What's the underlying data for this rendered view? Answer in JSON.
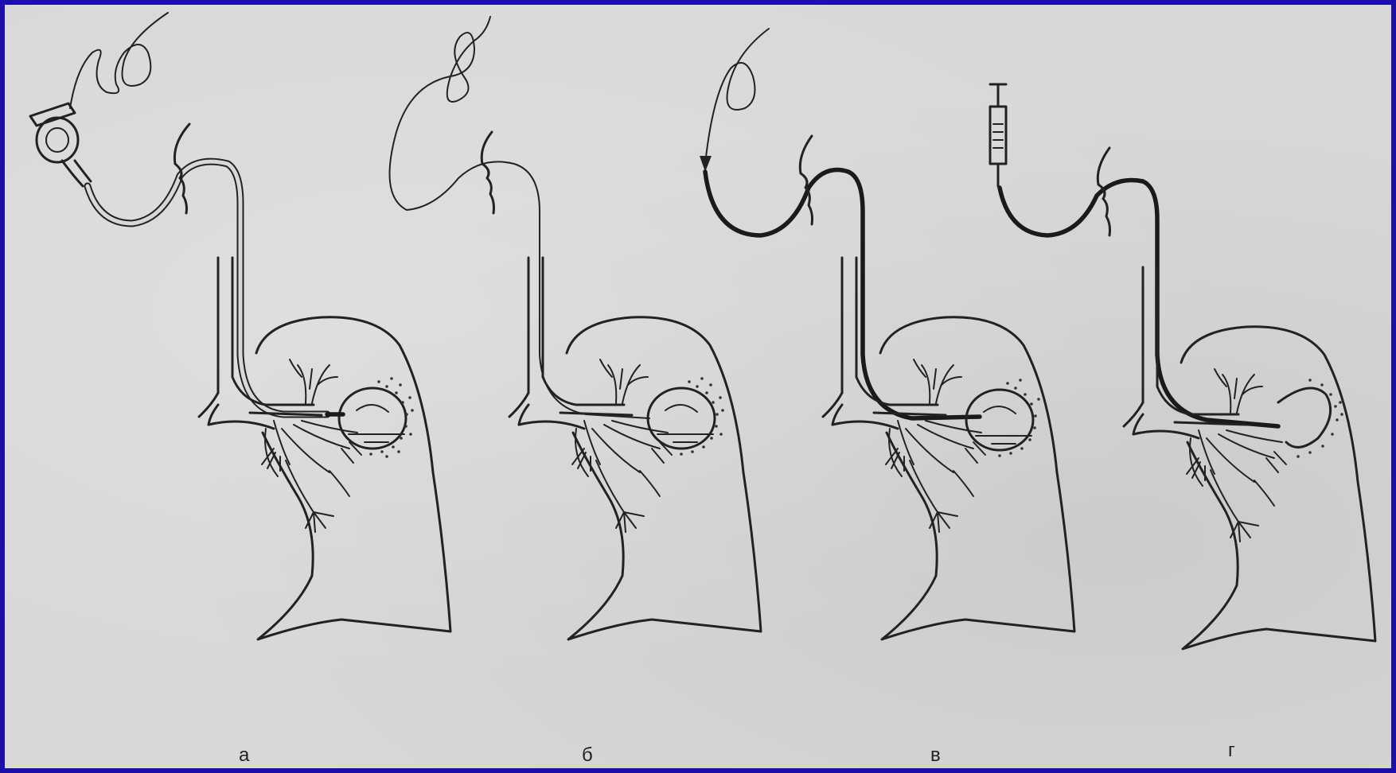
{
  "panels": [
    {
      "id": "a",
      "label": "а",
      "instrument": "bronchoscope-icon"
    },
    {
      "id": "b",
      "label": "б",
      "instrument": "catheter-icon"
    },
    {
      "id": "v",
      "label": "в",
      "instrument": "catheter-arrow-icon"
    },
    {
      "id": "g",
      "label": "г",
      "instrument": "syringe-icon"
    }
  ],
  "colors": {
    "border": "#1a0fa8",
    "background": "#d8d8d6",
    "ink": "#222222"
  }
}
